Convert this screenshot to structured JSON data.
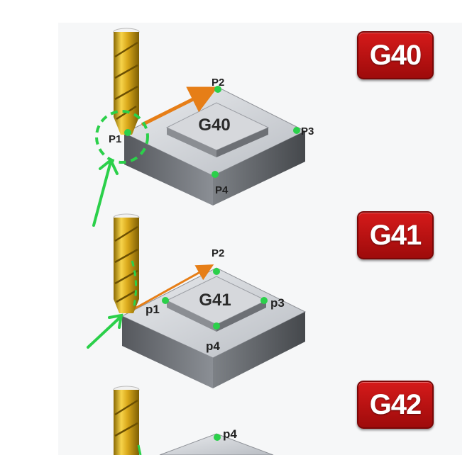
{
  "badges": [
    "G40",
    "G41",
    "G42"
  ],
  "blocks": [
    {
      "label": "G40",
      "points": {
        "p1": "P1",
        "p2": "P2",
        "p3": "P3",
        "p4": "P4"
      }
    },
    {
      "label": "G41",
      "points": {
        "p1": "p1",
        "p2": "P2",
        "p3": "p3",
        "p4": "p4"
      }
    },
    {
      "points": {
        "p4": "p4"
      }
    }
  ],
  "colors": {
    "badge": "#c0121a",
    "path_arrow": "#e67e17",
    "marker": "#2bd04a",
    "tool": "#e0b21c"
  }
}
